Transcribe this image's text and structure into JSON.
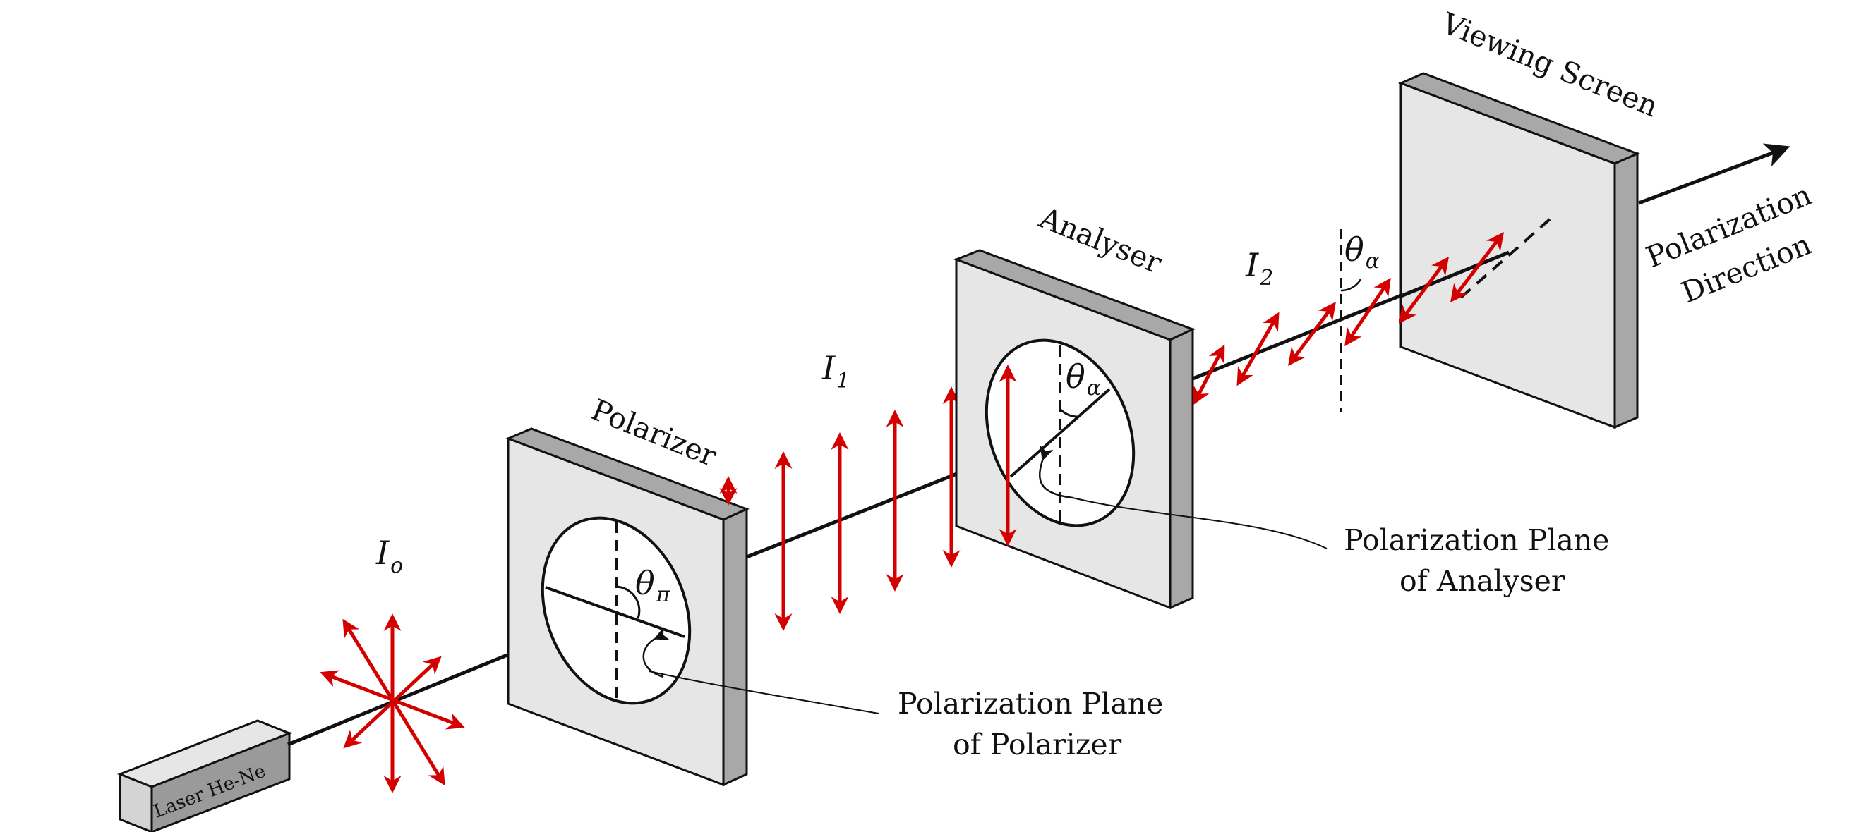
{
  "labels": {
    "polarizer": "Polarizer",
    "analyser": "Analyser",
    "viewing_screen": "Viewing Screen",
    "polarization_direction_line1": "Polarization",
    "polarization_direction_line2": "Direction",
    "plane_polarizer_line1": "Polarization Plane",
    "plane_polarizer_line2": "of Polarizer",
    "plane_analyser_line1": "Polarization Plane",
    "plane_analyser_line2": "of Analyser",
    "laser": "Laser He-Ne"
  },
  "symbols": {
    "intensity_0": {
      "base": "I",
      "sub": "o"
    },
    "intensity_1": {
      "base": "I",
      "sub": "1"
    },
    "intensity_2": {
      "base": "I",
      "sub": "2"
    },
    "theta_pi": {
      "base": "θ",
      "sub": "π"
    },
    "theta_alpha_analyser": {
      "base": "θ",
      "sub": "α"
    },
    "theta_alpha_beam": {
      "base": "θ",
      "sub": "α"
    }
  },
  "colors": {
    "field_arrows": "#d40000",
    "panel_face": "#e6e6e6",
    "panel_side": "#a8a8a8",
    "outline": "#111111"
  }
}
